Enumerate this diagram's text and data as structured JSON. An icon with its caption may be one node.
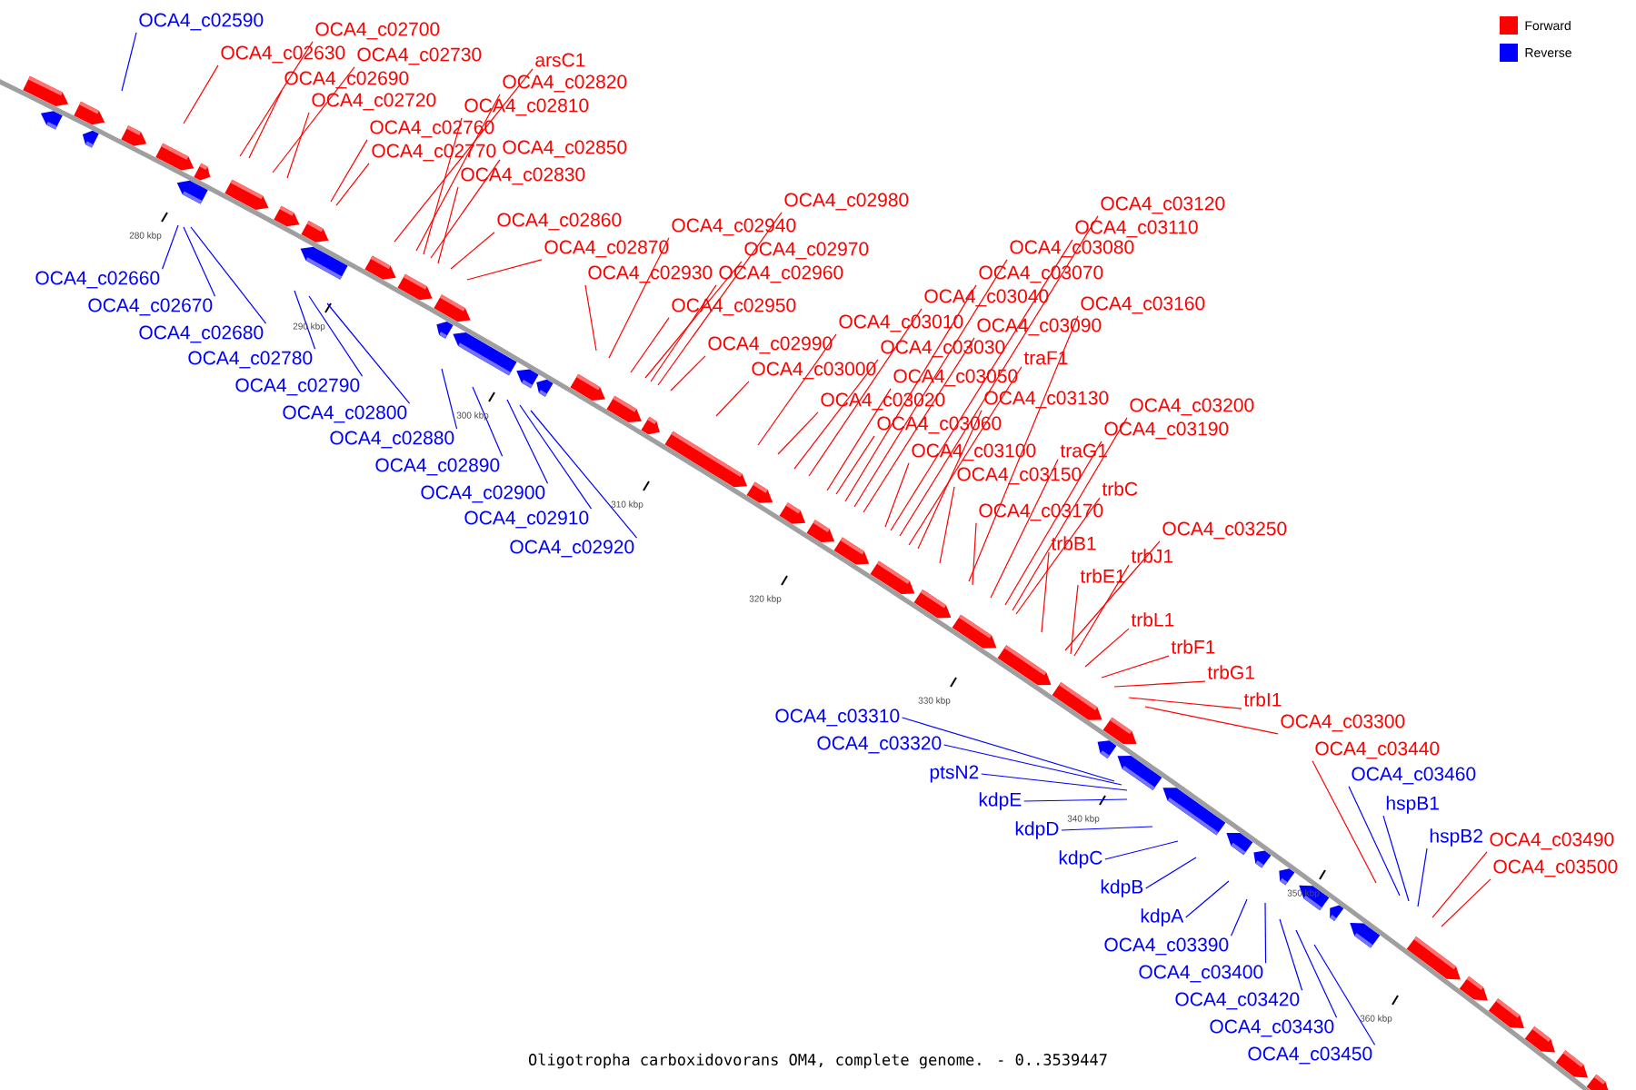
{
  "diagram": {
    "caption": "Oligotropha carboxidovorans OM4, complete genome. - 0..3539447",
    "nodes": [
      {
        "text": [
          "OCA4_c02700"
        ]
      },
      {
        "text": [
          "OCA4_c02630"
        ]
      },
      {
        "text": [
          "OCA4_c02730"
        ]
      },
      {
        "text": [
          "OCA4_c02690"
        ]
      },
      {
        "text": [
          "OCA4_c02720"
        ]
      },
      {
        "text": [
          "arsC1"
        ]
      },
      {
        "text": [
          "OCA4_c02820"
        ]
      },
      {
        "text": [
          "OCA4_c02810"
        ]
      },
      {
        "text": [
          "OCA4_c02760"
        ]
      },
      {
        "text": [
          "OCA4_c02770"
        ]
      },
      {
        "text": [
          "OCA4_c02850"
        ]
      },
      {
        "text": [
          "OCA4_c02830"
        ]
      },
      {
        "text": [
          "OCA4_c02860"
        ]
      },
      {
        "text": [
          "OCA4_c02870"
        ]
      },
      {
        "text": [
          "OCA4_c02940"
        ]
      },
      {
        "text": [
          "OCA4_c02930"
        ]
      },
      {
        "text": [
          "OCA4_c02960"
        ]
      },
      {
        "text": [
          "OCA4_c02970"
        ]
      },
      {
        "text": [
          "OCA4_c02980"
        ]
      },
      {
        "text": [
          "OCA4_c02950"
        ]
      },
      {
        "text": [
          "OCA4_c02990"
        ]
      },
      {
        "text": [
          "OCA4_c03000"
        ]
      },
      {
        "text": [
          "OCA4_c03010"
        ]
      },
      {
        "text": [
          "OCA4_c03020"
        ]
      },
      {
        "text": [
          "OCA4_c03030"
        ]
      },
      {
        "text": [
          "OCA4_c03040"
        ]
      },
      {
        "text": [
          "OCA4_c03050"
        ]
      },
      {
        "text": [
          "OCA4_c03060"
        ]
      },
      {
        "text": [
          "OCA4_c03070"
        ]
      },
      {
        "text": [
          "OCA4_c03080"
        ]
      },
      {
        "text": [
          "OCA4_c03090"
        ]
      },
      {
        "text": [
          "OCA4_c03100"
        ]
      },
      {
        "text": [
          "OCA4_c03110"
        ]
      },
      {
        "text": [
          "OCA4_c03120"
        ]
      },
      {
        "text": [
          "traF1"
        ]
      },
      {
        "text": [
          "OCA4_c03130"
        ]
      },
      {
        "text": [
          "OCA4_c03150"
        ]
      },
      {
        "text": [
          "OCA4_c03160"
        ]
      },
      {
        "text": [
          "OCA4_c03170"
        ]
      },
      {
        "text": [
          "traG1"
        ]
      },
      {
        "text": [
          "OCA4_c03190"
        ]
      },
      {
        "text": [
          "OCA4_c03200"
        ]
      },
      {
        "text": [
          "trbC"
        ]
      },
      {
        "text": [
          "trbB1"
        ]
      },
      {
        "text": [
          "OCA4_c03250"
        ]
      },
      {
        "text": [
          "trbJ1"
        ]
      },
      {
        "text": [
          "trbE1"
        ]
      },
      {
        "text": [
          "trbL1"
        ]
      },
      {
        "text": [
          "trbF1"
        ]
      },
      {
        "text": [
          "trbG1"
        ]
      },
      {
        "text": [
          "trbI1"
        ]
      },
      {
        "text": [
          "OCA4_c03300"
        ]
      },
      {
        "text": [
          "OCA4_c03440"
        ]
      },
      {
        "text": [
          "OCA4_c03490"
        ]
      },
      {
        "text": [
          "OCA4_c03500"
        ]
      },
      {
        "text": [
          "OCA4_c02590"
        ]
      },
      {
        "text": [
          "OCA4_c02660"
        ]
      },
      {
        "text": [
          "OCA4_c02670"
        ]
      },
      {
        "text": [
          "OCA4_c02680"
        ]
      },
      {
        "text": [
          "OCA4_c02780"
        ]
      },
      {
        "text": [
          "OCA4_c02790"
        ]
      },
      {
        "text": [
          "OCA4_c02800"
        ]
      },
      {
        "text": [
          "OCA4_c02880"
        ]
      },
      {
        "text": [
          "OCA4_c02890"
        ]
      },
      {
        "text": [
          "OCA4_c02900"
        ]
      },
      {
        "text": [
          "OCA4_c02910"
        ]
      },
      {
        "text": [
          "OCA4_c02920"
        ]
      },
      {
        "text": [
          "OCA4_c03310"
        ]
      },
      {
        "text": [
          "OCA4_c03320"
        ]
      },
      {
        "text": [
          "ptsN2"
        ]
      },
      {
        "text": [
          "kdpE"
        ]
      },
      {
        "text": [
          "kdpD"
        ]
      },
      {
        "text": [
          "kdpC"
        ]
      },
      {
        "text": [
          "kdpB"
        ]
      },
      {
        "text": [
          "kdpA"
        ]
      },
      {
        "text": [
          "OCA4_c03390"
        ]
      },
      {
        "text": [
          "OCA4_c03400"
        ]
      },
      {
        "text": [
          "OCA4_c03420"
        ]
      },
      {
        "text": [
          "OCA4_c03430"
        ]
      },
      {
        "text": [
          "OCA4_c03450"
        ]
      },
      {
        "text": [
          "OCA4_c03460"
        ]
      },
      {
        "text": [
          "hspB1"
        ]
      },
      {
        "text": [
          "hspB2"
        ]
      }
    ],
    "edges": [
      {
        "from": 0,
        "to": null,
        "arrow": "none"
      },
      {
        "from": 1,
        "to": null,
        "arrow": "none"
      },
      {
        "from": 2,
        "to": null,
        "arrow": "none"
      },
      {
        "from": 3,
        "to": null,
        "arrow": "none"
      },
      {
        "from": 4,
        "to": null,
        "arrow": "none"
      },
      {
        "from": 5,
        "to": null,
        "arrow": "none"
      },
      {
        "from": 6,
        "to": null,
        "arrow": "none"
      },
      {
        "from": 7,
        "to": null,
        "arrow": "none"
      },
      {
        "from": 8,
        "to": null,
        "arrow": "none"
      },
      {
        "from": 9,
        "to": null,
        "arrow": "none"
      },
      {
        "from": 10,
        "to": null,
        "arrow": "none"
      },
      {
        "from": 11,
        "to": null,
        "arrow": "none"
      },
      {
        "from": 12,
        "to": null,
        "arrow": "none"
      },
      {
        "from": 13,
        "to": null,
        "arrow": "none"
      },
      {
        "from": 14,
        "to": null,
        "arrow": "none"
      },
      {
        "from": 15,
        "to": null,
        "arrow": "none"
      },
      {
        "from": 16,
        "to": null,
        "arrow": "none"
      },
      {
        "from": 17,
        "to": null,
        "arrow": "none"
      },
      {
        "from": 18,
        "to": null,
        "arrow": "none"
      },
      {
        "from": 19,
        "to": null,
        "arrow": "none"
      },
      {
        "from": 20,
        "to": null,
        "arrow": "none"
      },
      {
        "from": 21,
        "to": null,
        "arrow": "none"
      },
      {
        "from": 22,
        "to": null,
        "arrow": "none"
      },
      {
        "from": 23,
        "to": null,
        "arrow": "none"
      },
      {
        "from": 24,
        "to": null,
        "arrow": "none"
      },
      {
        "from": 25,
        "to": null,
        "arrow": "none"
      },
      {
        "from": 26,
        "to": null,
        "arrow": "none"
      },
      {
        "from": 27,
        "to": null,
        "arrow": "none"
      },
      {
        "from": 28,
        "to": null,
        "arrow": "none"
      },
      {
        "from": 29,
        "to": null,
        "arrow": "none"
      },
      {
        "from": 30,
        "to": null,
        "arrow": "none"
      },
      {
        "from": 31,
        "to": null,
        "arrow": "none"
      },
      {
        "from": 32,
        "to": null,
        "arrow": "none"
      },
      {
        "from": 33,
        "to": null,
        "arrow": "none"
      },
      {
        "from": 34,
        "to": null,
        "arrow": "none"
      },
      {
        "from": 35,
        "to": null,
        "arrow": "none"
      },
      {
        "from": 36,
        "to": null,
        "arrow": "none"
      },
      {
        "from": 37,
        "to": null,
        "arrow": "none"
      },
      {
        "from": 38,
        "to": null,
        "arrow": "none"
      },
      {
        "from": 39,
        "to": null,
        "arrow": "none"
      },
      {
        "from": 40,
        "to": null,
        "arrow": "none"
      },
      {
        "from": 41,
        "to": null,
        "arrow": "none"
      },
      {
        "from": 42,
        "to": null,
        "arrow": "none"
      },
      {
        "from": 43,
        "to": null,
        "arrow": "none"
      },
      {
        "from": 44,
        "to": null,
        "arrow": "none"
      },
      {
        "from": 45,
        "to": null,
        "arrow": "none"
      },
      {
        "from": 46,
        "to": null,
        "arrow": "none"
      },
      {
        "from": 47,
        "to": null,
        "arrow": "none"
      },
      {
        "from": 48,
        "to": null,
        "arrow": "none"
      },
      {
        "from": 49,
        "to": null,
        "arrow": "none"
      },
      {
        "from": 50,
        "to": null,
        "arrow": "none"
      },
      {
        "from": 51,
        "to": null,
        "arrow": "none"
      },
      {
        "from": 52,
        "to": null,
        "arrow": "none"
      },
      {
        "from": 53,
        "to": null,
        "arrow": "none"
      },
      {
        "from": 54,
        "to": null,
        "arrow": "none"
      },
      {
        "from": 55,
        "to": null,
        "arrow": "none",
        "color": "#0000ff"
      },
      {
        "from": 56,
        "to": null,
        "arrow": "none",
        "color": "#0000ff"
      },
      {
        "from": 57,
        "to": null,
        "arrow": "none",
        "color": "#0000ff"
      },
      {
        "from": 58,
        "to": null,
        "arrow": "none",
        "color": "#0000ff"
      },
      {
        "from": 59,
        "to": null,
        "arrow": "none",
        "color": "#0000ff"
      },
      {
        "from": 60,
        "to": null,
        "arrow": "none",
        "color": "#0000ff"
      },
      {
        "from": 61,
        "to": null,
        "arrow": "none",
        "color": "#0000ff"
      },
      {
        "from": 62,
        "to": null,
        "arrow": "none",
        "color": "#0000ff"
      },
      {
        "from": 63,
        "to": null,
        "arrow": "none",
        "color": "#0000ff"
      },
      {
        "from": 64,
        "to": null,
        "arrow": "none",
        "color": "#0000ff"
      },
      {
        "from": 65,
        "to": null,
        "arrow": "none",
        "color": "#0000ff"
      },
      {
        "from": 66,
        "to": null,
        "arrow": "none",
        "color": "#0000ff"
      },
      {
        "from": 67,
        "to": null,
        "arrow": "none",
        "color": "#0000ff"
      },
      {
        "from": 68,
        "to": null,
        "arrow": "none",
        "color": "#0000ff"
      },
      {
        "from": 69,
        "to": null,
        "arrow": "none",
        "color": "#0000ff"
      },
      {
        "from": 70,
        "to": null,
        "arrow": "none",
        "color": "#0000ff"
      },
      {
        "from": 71,
        "to": null,
        "arrow": "none",
        "color": "#0000ff"
      },
      {
        "from": 72,
        "to": null,
        "arrow": "none",
        "color": "#0000ff"
      },
      {
        "from": 73,
        "to": null,
        "arrow": "none",
        "color": "#0000ff"
      },
      {
        "from": 74,
        "to": null,
        "arrow": "none",
        "color": "#0000ff"
      },
      {
        "from": 75,
        "to": null,
        "arrow": "none",
        "color": "#0000ff"
      },
      {
        "from": 76,
        "to": null,
        "arrow": "none",
        "color": "#0000ff"
      },
      {
        "from": 77,
        "to": null,
        "arrow": "none",
        "color": "#0000ff"
      },
      {
        "from": 78,
        "to": null,
        "arrow": "none",
        "color": "#0000ff"
      },
      {
        "from": 79,
        "to": null,
        "arrow": "none",
        "color": "#0000ff"
      },
      {
        "from": 80,
        "to": null,
        "arrow": "none",
        "color": "#0000ff"
      },
      {
        "from": 81,
        "to": null,
        "arrow": "none",
        "color": "#0000ff"
      },
      {
        "from": 82,
        "to": null,
        "arrow": "none",
        "color": "#0000ff"
      }
    ],
    "labels": [
      "280 kbp",
      "290 kbp",
      "300 kbp",
      "310 kbp",
      "320 kbp",
      "330 kbp",
      "340 kbp",
      "350 kbp",
      "360 kbp"
    ],
    "legend": [
      {
        "text": "Forward",
        "color": "#ff0000"
      },
      {
        "text": "Reverse",
        "color": "#0000ff"
      }
    ]
  }
}
